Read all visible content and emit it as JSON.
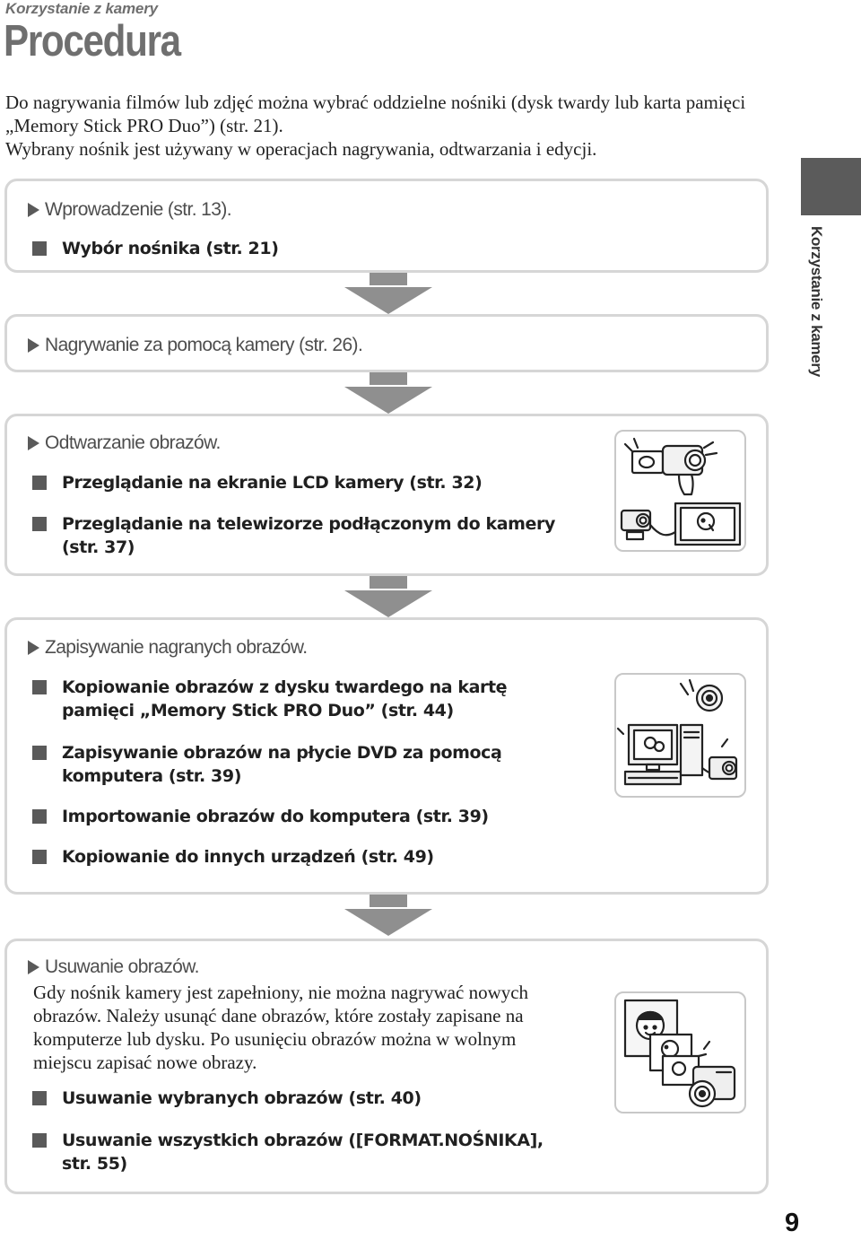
{
  "header": {
    "section_label": "Korzystanie z kamery",
    "title": "Procedura"
  },
  "intro": {
    "line1": "Do nagrywania filmów lub zdjęć można wybrać oddzielne nośniki (dysk twardy lub karta pamięci",
    "line2": "„Memory Stick PRO Duo”) (str. 21).",
    "line3": "Wybrany nośnik jest używany w operacjach nagrywania, odtwarzania i edycji."
  },
  "side_tab": {
    "label": "Korzystanie z kamery"
  },
  "steps": {
    "s1": {
      "heading": "Wprowadzenie (str. 13).",
      "items": [
        "Wybór nośnika (str. 21)"
      ]
    },
    "s2": {
      "heading": "Nagrywanie za pomocą kamery (str. 26)."
    },
    "s3": {
      "heading": "Odtwarzanie obrazów.",
      "items": [
        "Przeglądanie na ekranie LCD kamery (str. 32)",
        "Przeglądanie na telewizorze podłączonym do kamery",
        "(str. 37)"
      ]
    },
    "s4": {
      "heading": "Zapisywanie nagranych obrazów.",
      "items": [
        "Kopiowanie obrazów z dysku twardego na kartę",
        "pamięci „Memory Stick PRO Duo” (str. 44)",
        "Zapisywanie obrazów na płycie DVD za pomocą",
        "komputera (str. 39)",
        "Importowanie obrazów do komputera (str. 39)",
        "Kopiowanie do innych urządzeń (str. 49)"
      ]
    },
    "s5": {
      "heading": "Usuwanie obrazów.",
      "para": [
        "Gdy nośnik kamery jest zapełniony, nie można nagrywać nowych",
        "obrazów. Należy usunąć dane obrazów, które zostały zapisane na",
        "komputerze lub dysku. Po usunięciu obrazów można w wolnym",
        "miejscu zapisać nowe obrazy."
      ],
      "items": [
        "Usuwanie wybranych obrazów (str. 40)",
        "Usuwanie wszystkich obrazów ([FORMAT.NOŚNIKA],",
        "str. 55)"
      ]
    }
  },
  "footer": {
    "page_number": "9"
  },
  "colors": {
    "box_border": "#d6d6d6",
    "arrow": "#8f8f8f",
    "tab": "#5b5b5b",
    "bullet": "#5a5a5a"
  }
}
